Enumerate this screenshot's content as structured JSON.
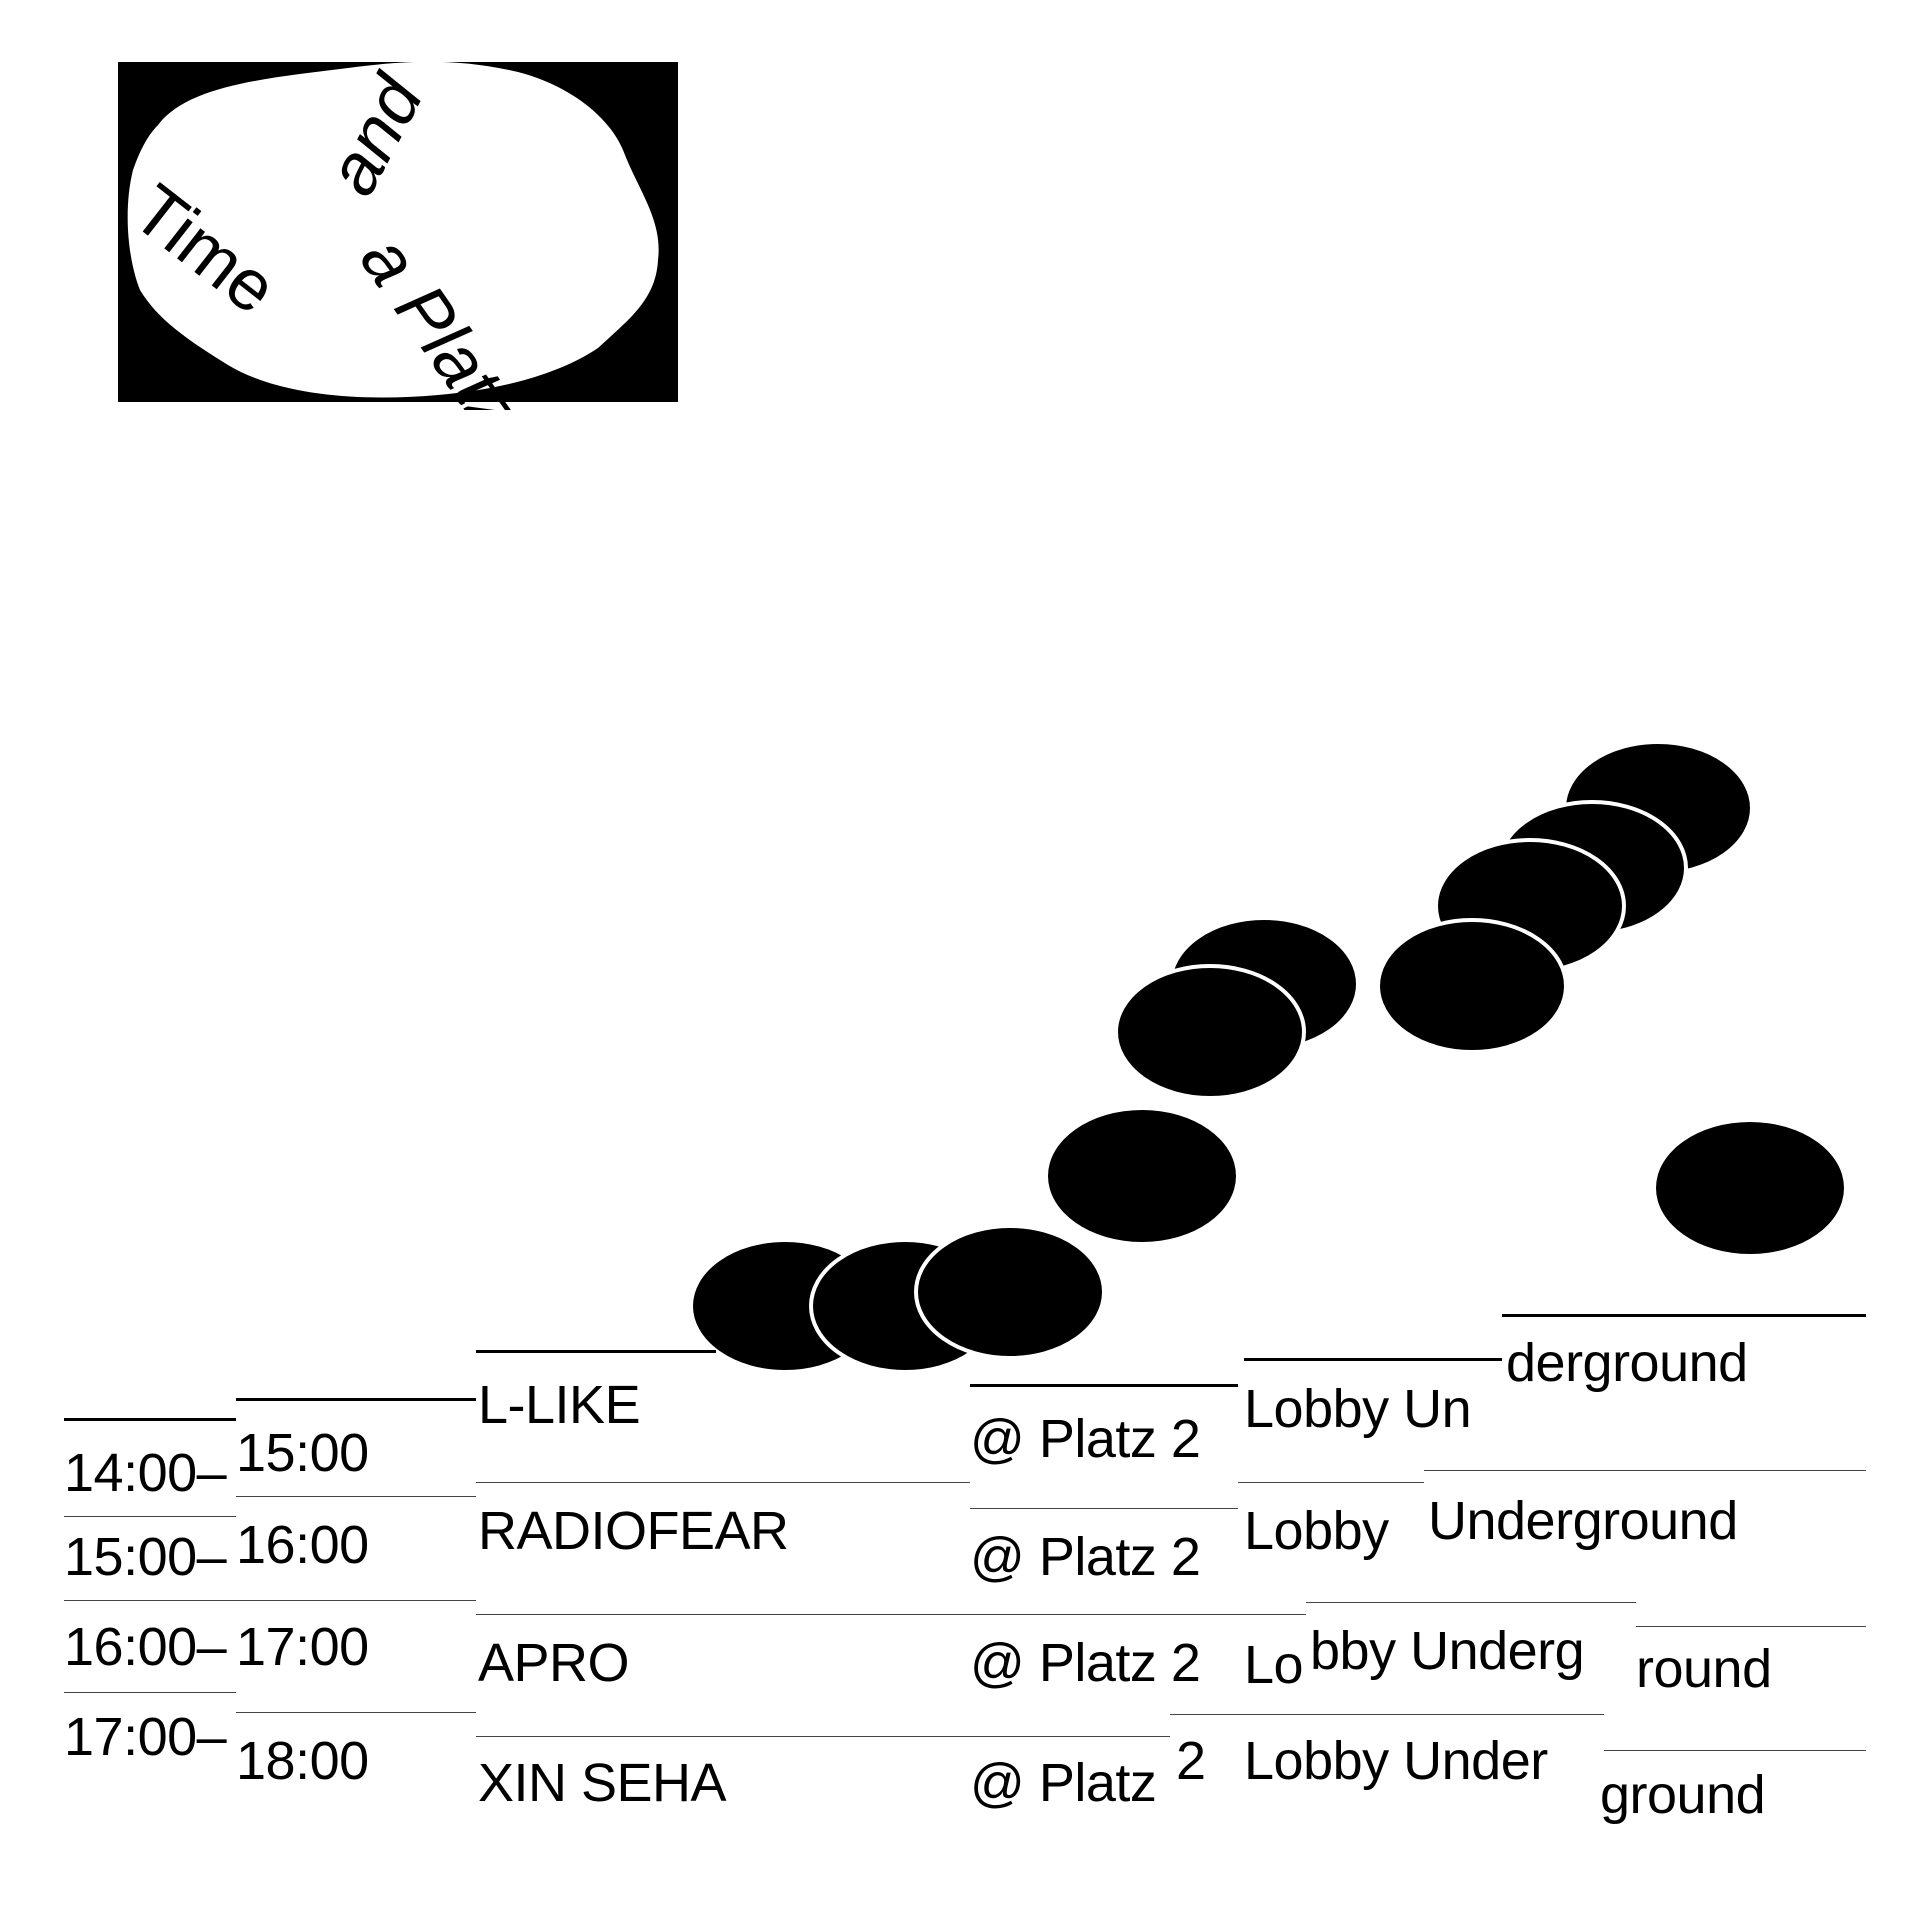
{
  "logo": {
    "line1": "Time",
    "line2": "and",
    "line3": "a Platz"
  },
  "schedule": {
    "rows": [
      {
        "start": "14:00–",
        "end": "15:00",
        "artist": "L-LIKE",
        "venue_a": "@ Platz 2",
        "venue_b": "Lobby Un",
        "venue_c": "derground"
      },
      {
        "start": "15:00–",
        "end": "16:00",
        "artist": "RADIOFEAR",
        "venue_a": "@ Platz 2",
        "venue_b": "Lobby",
        "venue_c": "Underground"
      },
      {
        "start": "16:00–",
        "end": "17:00",
        "artist": "APRO",
        "venue_a": "@ Platz 2",
        "venue_b1": "Lo",
        "venue_b2": "bby Underg",
        "venue_c": "round"
      },
      {
        "start": "17:00–",
        "end": "18:00",
        "artist": "XIN SEHA",
        "venue_a": "@ Platz",
        "venue_a2": "2",
        "venue_b": "Lobby Under",
        "venue_c": "ground"
      }
    ]
  }
}
